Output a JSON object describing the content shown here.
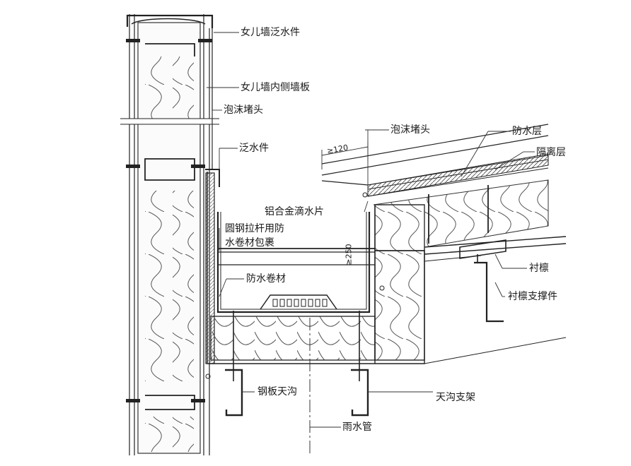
{
  "labels": {
    "parapet_flashing": "女儿墙泛水件",
    "parapet_inner_panel": "女儿墙内侧墙板",
    "foam_plug_left": "泡沫堵头",
    "flashing": "泛水件",
    "foam_plug_right": "泡沫堵头",
    "waterproof_layer": "防水层",
    "isolation_layer": "隔离层",
    "aluminum_drip": "铝合金滴水片",
    "rod_wrap_line1": "圆钢拉杆用防",
    "rod_wrap_line2": "水卷材包裹",
    "waterproof_membrane": "防水卷材",
    "lining_purlin": "衬檩",
    "lining_purlin_support": "衬檩支撑件",
    "steel_gutter": "钢板天沟",
    "gutter_bracket": "天沟支架",
    "downpipe": "雨水管"
  },
  "dimensions": {
    "overhang": "≥120",
    "gutter_depth": "≥250"
  }
}
